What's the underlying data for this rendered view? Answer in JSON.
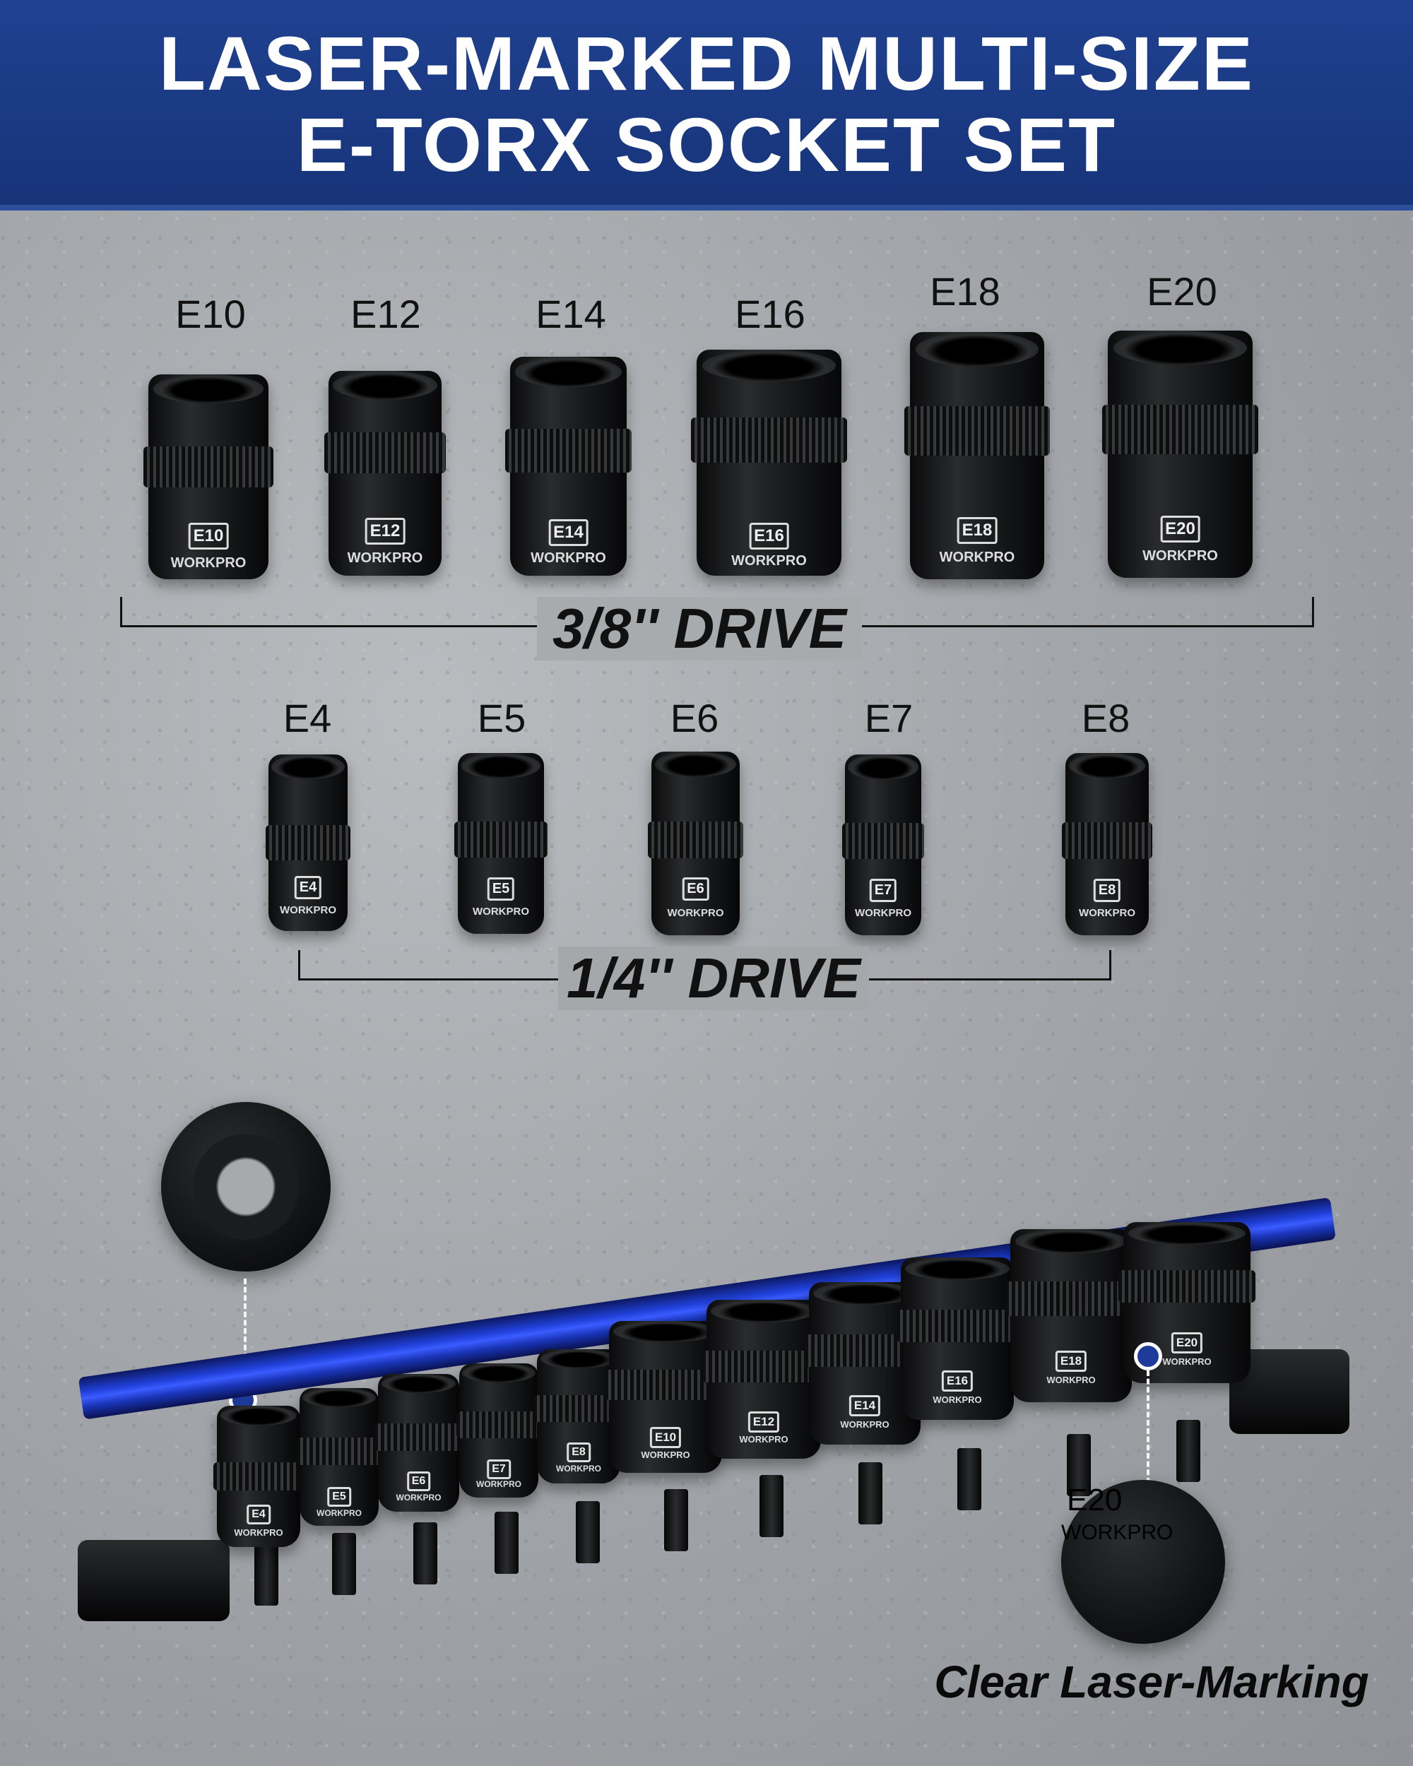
{
  "header": {
    "title_line1": "LASER-MARKED MULTI-SIZE",
    "title_line2": "E-TORX SOCKET SET"
  },
  "brand": "WORKPRO",
  "colors": {
    "header_blue": "#1f4190",
    "rail_blue": "#2040d8",
    "socket_black": "#111214"
  },
  "drive_3_8": {
    "label": "3/8'' DRIVE",
    "sizes": [
      "E10",
      "E12",
      "E14",
      "E16",
      "E18",
      "E20"
    ]
  },
  "drive_1_4": {
    "label": "1/4'' DRIVE",
    "sizes": [
      "E4",
      "E5",
      "E6",
      "E7",
      "E8"
    ]
  },
  "rail_sockets": [
    "E4",
    "E5",
    "E6",
    "E7",
    "E8",
    "E10",
    "E12",
    "E14",
    "E16",
    "E18",
    "E20"
  ],
  "detail": {
    "marking": "E20",
    "caption": "Clear Laser-Marking",
    "top_view_icon": "e-torx-socket-opening-icon"
  }
}
